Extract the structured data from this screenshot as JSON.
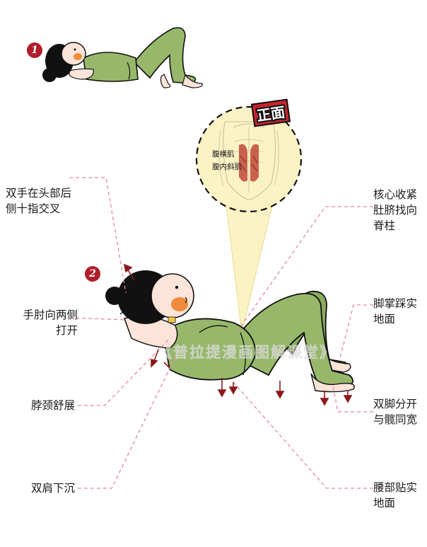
{
  "steps": {
    "step1": "1",
    "step2": "2"
  },
  "front_view_tag": "正面",
  "muscles": {
    "transversus": "腹横肌",
    "internal_oblique": "腹内斜肌"
  },
  "labels": {
    "hands": "双手在头部后\n侧十指交叉",
    "elbows": "手肘向两侧\n打开",
    "neck": "脖颈舒展",
    "shoulders": "双肩下沉",
    "core": "核心收紧\n肚脐找向\n脊柱",
    "feet": "脚掌踩实\n地面",
    "feet_apart": "双脚分开\n与髋同宽",
    "waist": "腰部贴实\n地面"
  },
  "watermark": "《普拉提漫画图解课堂》",
  "colors": {
    "leader": "#e8869e",
    "arrow": "#8b1a1a",
    "outfit": "#97b86a",
    "skin": "#fde4d8",
    "hair": "#111111",
    "blush": "#f08a3c",
    "spotlight": "#fbf3c4",
    "badge": "#b01e2a"
  }
}
